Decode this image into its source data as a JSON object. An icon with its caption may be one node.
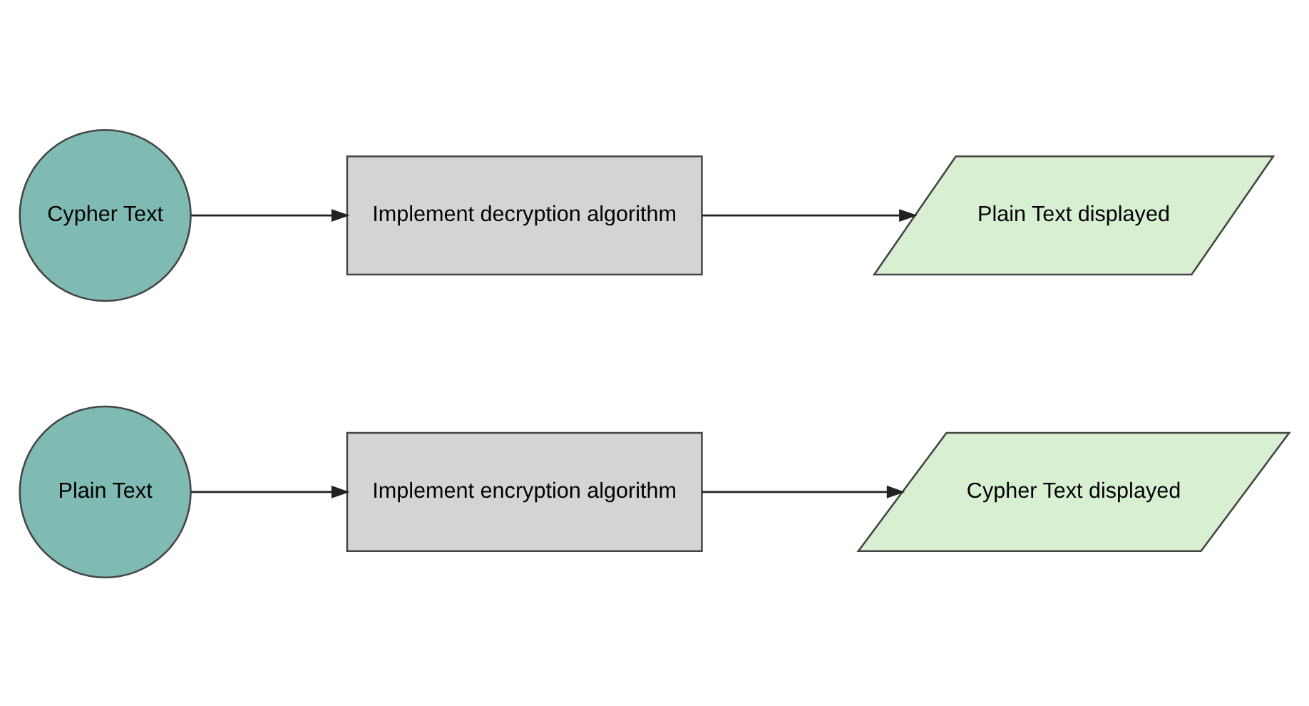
{
  "diagram": {
    "nodes": [
      {
        "text": [
          "Plain Text"
        ]
      },
      {
        "text": [
          "Implement encryption algorithm"
        ]
      },
      {
        "text": [
          "Cypher Text displayed"
        ]
      },
      {
        "text": [
          "Cypher Text"
        ]
      },
      {
        "text": [
          "Implement decryption algorithm"
        ]
      },
      {
        "text": [
          "Plain Text displayed"
        ]
      }
    ],
    "edges": [
      {
        "from": 0,
        "to": 1,
        "arrow": "to"
      },
      {
        "from": 1,
        "to": 2,
        "arrow": "to"
      },
      {
        "from": 3,
        "to": 4,
        "arrow": "to"
      },
      {
        "from": 4,
        "to": 5,
        "arrow": "to"
      }
    ]
  }
}
